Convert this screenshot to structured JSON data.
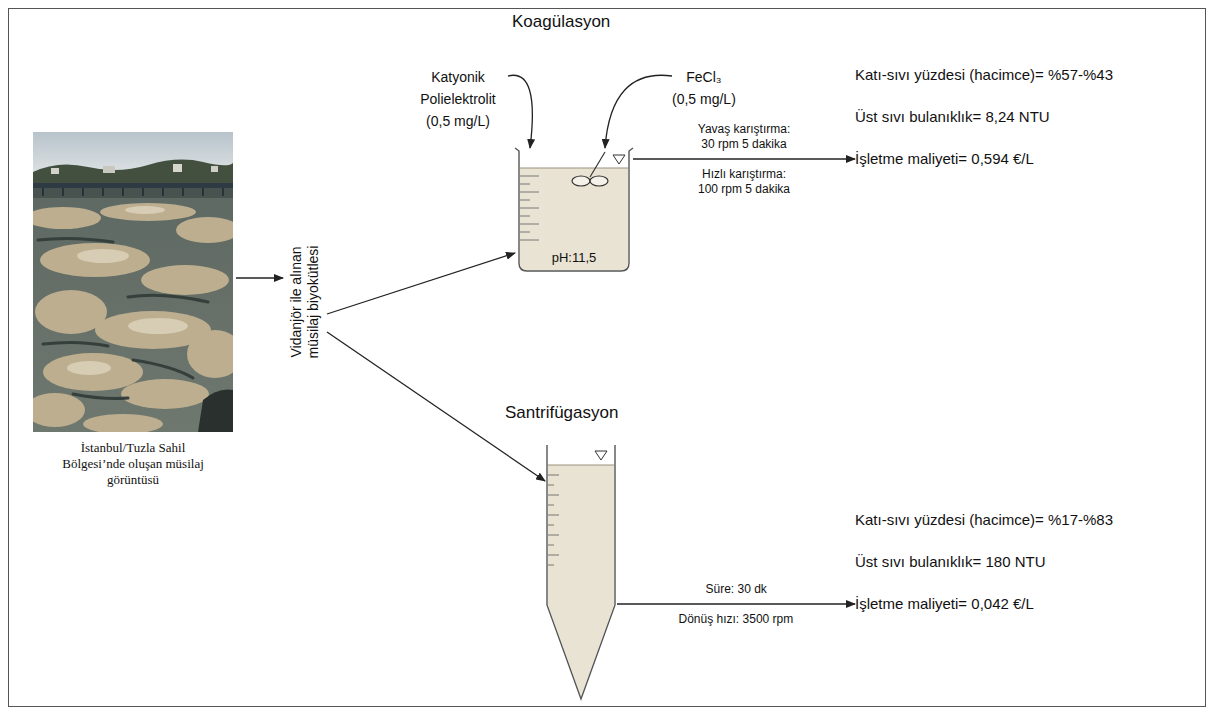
{
  "diagram": {
    "nodes": [
      {
        "text": [
          "İstanbul/Tuzla Sahil Bölgesi’nde oluşan müsilaj görüntüsü"
        ]
      },
      {
        "text": [
          "Vidanjör ile alınan müsilaj biyokütlesi"
        ]
      },
      {
        "text": [
          "Katyonik Polielektrolit",
          "(0,5 mg/L)"
        ]
      },
      {
        "text": [
          "FeCl₃",
          "(0,5 mg/L)"
        ]
      },
      {
        "text": [
          "Koagülasyon",
          "pH:11,5"
        ]
      },
      {
        "text": [
          "Katı-sıvı yüzdesi (hacimce)= %57-%43",
          "Üst sıvı bulanıklık= 8,24 NTU",
          "İşletme maliyeti= 0,594 €/L"
        ]
      },
      {
        "text": [
          "Santrifügasyon"
        ]
      },
      {
        "text": [
          "Katı-sıvı yüzdesi (hacimce)= %17-%83",
          "Üst sıvı bulanıklık= 180 NTU",
          "İşletme maliyeti= 0,042 €/L"
        ]
      }
    ],
    "edges": [
      {
        "from": 0,
        "to": 1,
        "arrow": "to"
      },
      {
        "from": 1,
        "to": 4,
        "arrow": "to"
      },
      {
        "from": 1,
        "to": 6,
        "arrow": "to"
      },
      {
        "from": 2,
        "to": 4,
        "arrow": "to"
      },
      {
        "from": 3,
        "to": 4,
        "arrow": "to"
      },
      {
        "from": 4,
        "to": 5,
        "label": "Yavaş karıştırma: 30 rpm 5 dakika",
        "arrow": "to"
      },
      {
        "from": 6,
        "to": 7,
        "label": "Süre: 30 dk",
        "arrow": "to"
      }
    ],
    "labels": [
      "Hızlı karıştırma: 100 rpm 5 dakika",
      "Dönüş hızı: 3500 rpm"
    ]
  }
}
